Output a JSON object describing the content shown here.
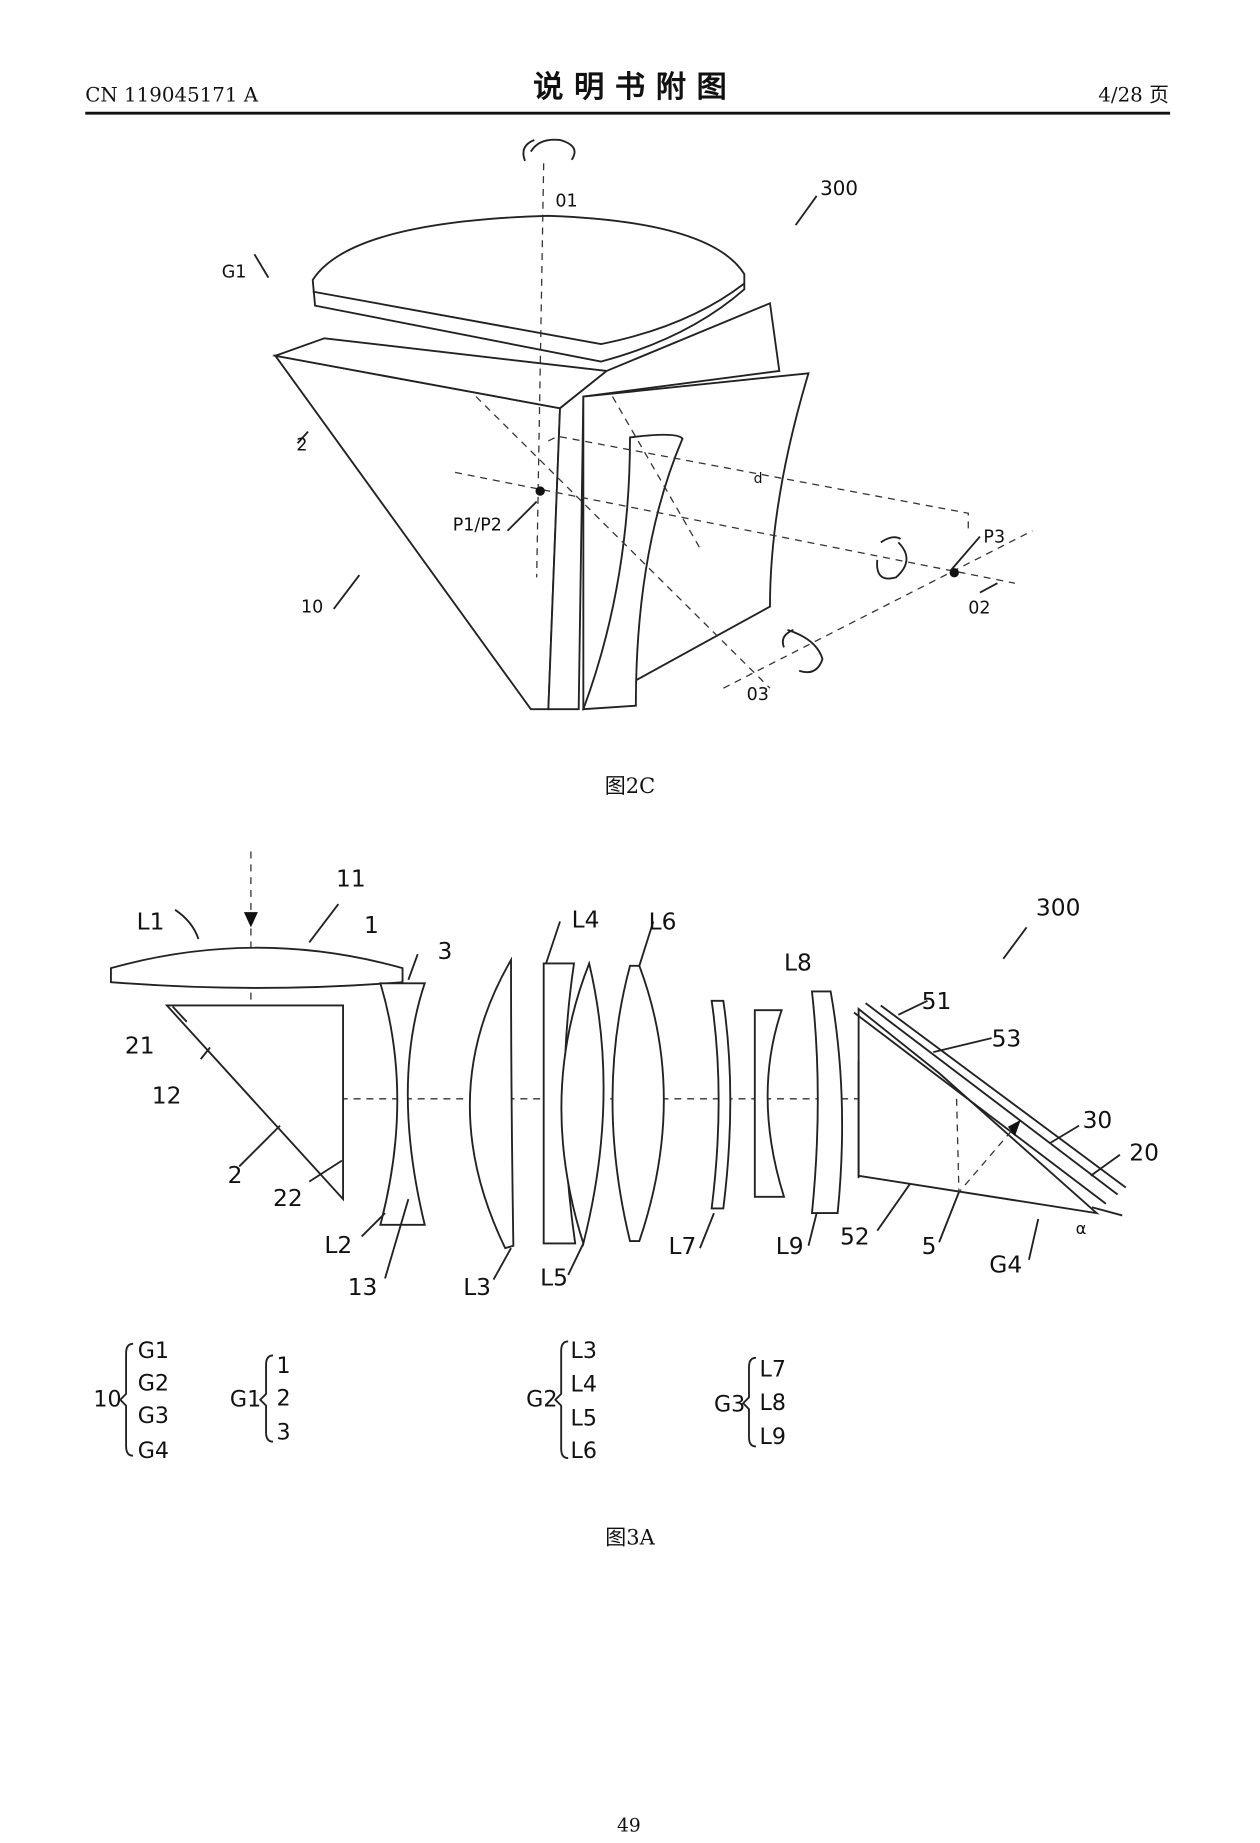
{
  "header": {
    "doc_number": "CN 119045171 A",
    "title": "说 明 书 附 图",
    "page_of": "4/28 页"
  },
  "fig2c": {
    "caption": "图2C",
    "labels": {
      "o1": "01",
      "300": "300",
      "g1": "G1",
      "two": "2",
      "p1p2": "P1/P2",
      "ten": "10",
      "d": "d",
      "p3": "P3",
      "o2": "02",
      "o3": "03"
    }
  },
  "fig3a": {
    "caption": "图3A",
    "labels": {
      "L1": "L1",
      "11": "11",
      "1": "1",
      "3": "3",
      "L4": "L4",
      "L6": "L6",
      "L8": "L8",
      "300": "300",
      "21": "21",
      "12": "12",
      "2": "2",
      "22": "22",
      "L2": "L2",
      "13": "13",
      "L3": "L3",
      "L5": "L5",
      "L7": "L7",
      "L9": "L9",
      "51": "51",
      "53": "53",
      "30": "30",
      "20": "20",
      "52": "52",
      "5": "5",
      "G4": "G4",
      "alpha": "α"
    },
    "legend": [
      {
        "key": "10",
        "items": [
          "G1",
          "G2",
          "G3",
          "G4"
        ]
      },
      {
        "key": "G1",
        "items": [
          "1",
          "2",
          "3"
        ]
      },
      {
        "key": "G2",
        "items": [
          "L3",
          "L4",
          "L5",
          "L6"
        ]
      },
      {
        "key": "G3",
        "items": [
          "L7",
          "L8",
          "L9"
        ]
      }
    ]
  },
  "footer": {
    "page_number": "49"
  }
}
